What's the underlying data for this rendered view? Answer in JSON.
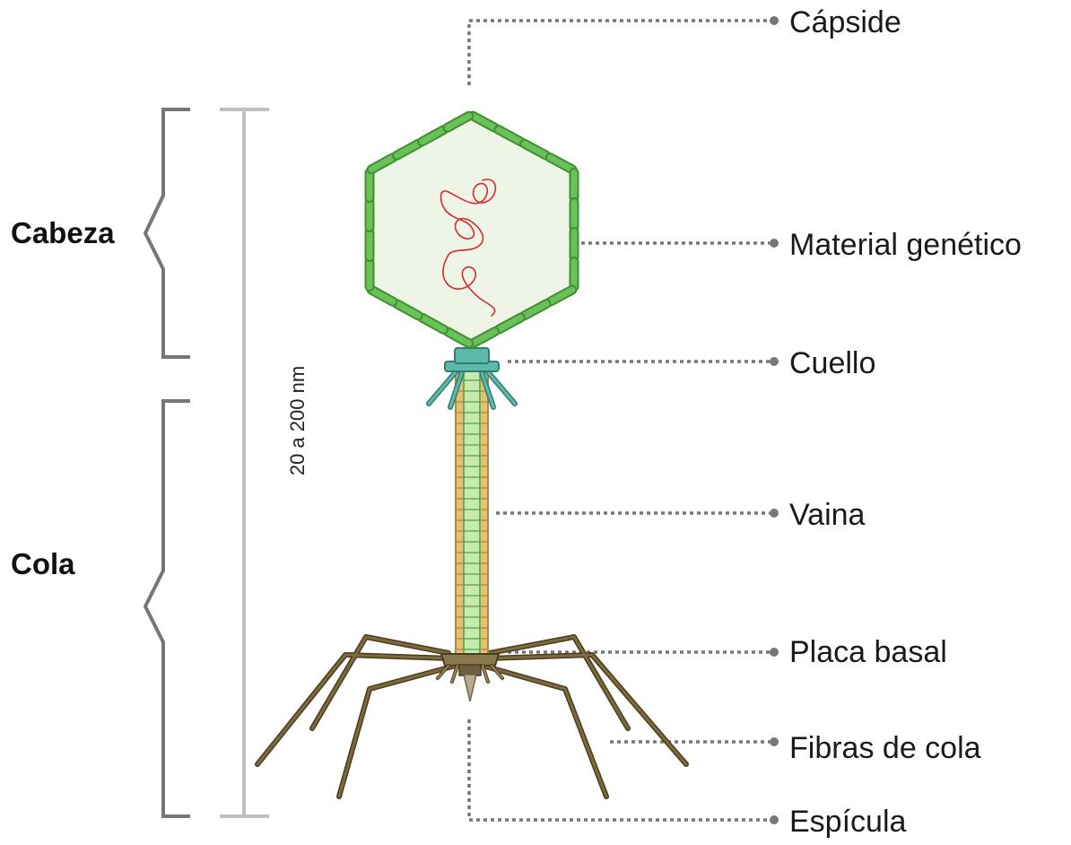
{
  "sections": {
    "head": "Cabeza",
    "tail": "Cola"
  },
  "scale": "20 a 200 nm",
  "labels": {
    "capsid": "Cápside",
    "genetic_material": "Material genético",
    "collar": "Cuello",
    "sheath": "Vaina",
    "base_plate": "Placa basal",
    "tail_fibers": "Fibras de cola",
    "spike": "Espícula"
  },
  "colors": {
    "capsid_outline": "#5cb54a",
    "capsid_fill": "#eef5e6",
    "dna": "#d62b2b",
    "collar": "#4ba89a",
    "sheath_outer": "#e3c274",
    "sheath_inner": "#c8eab0",
    "base_plate": "#6e5f3d",
    "fibers": "#6b5a35",
    "leader": "#777777",
    "bracket": "#777777",
    "scale_bar": "#c0c0c0"
  }
}
